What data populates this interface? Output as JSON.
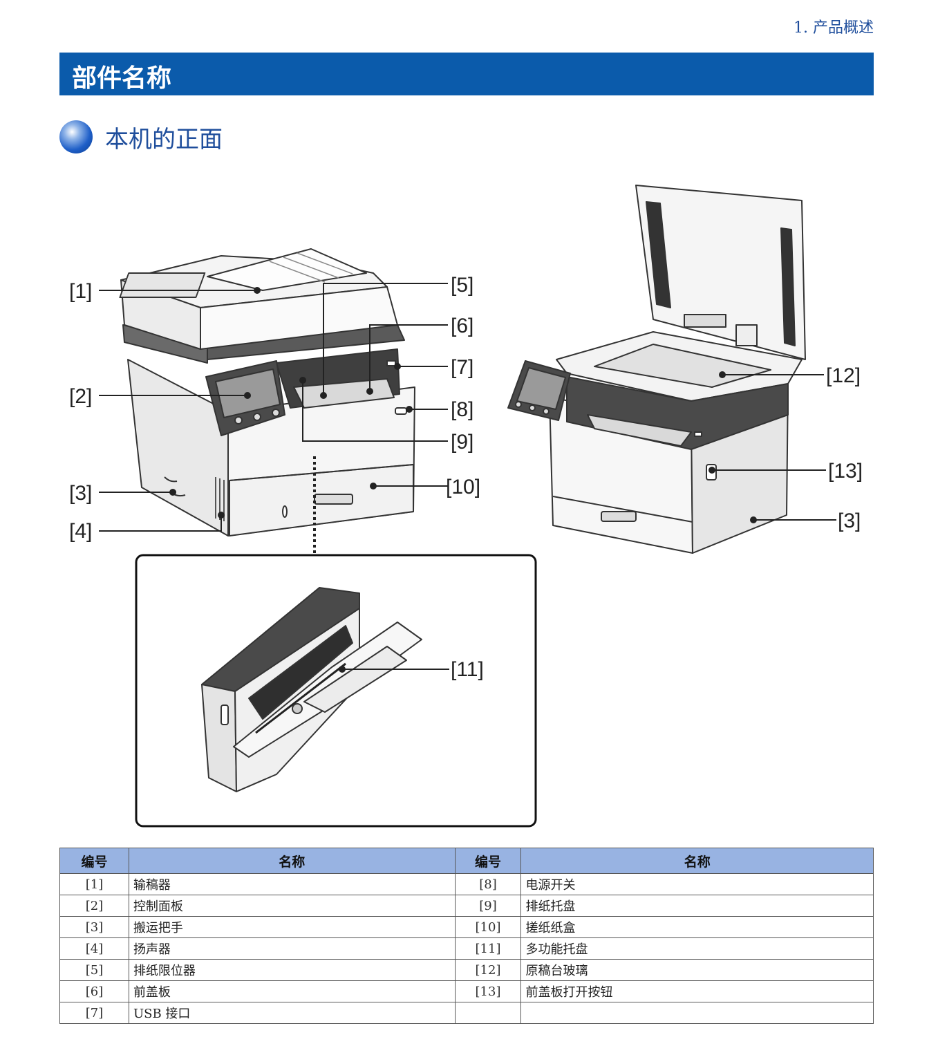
{
  "header": {
    "chapter": "1.  产品概述"
  },
  "banner": {
    "title": "部件名称"
  },
  "section": {
    "title": "本机的正面"
  },
  "figure": {
    "callouts": [
      "[1]",
      "[2]",
      "[3]",
      "[4]",
      "[5]",
      "[6]",
      "[7]",
      "[8]",
      "[9]",
      "[10]",
      "[11]",
      "[12]",
      "[13]",
      "[3]"
    ]
  },
  "table": {
    "headers": [
      "编号",
      "名称",
      "编号",
      "名称"
    ],
    "rows": [
      [
        "[1]",
        "输稿器",
        "[8]",
        "电源开关"
      ],
      [
        "[2]",
        "控制面板",
        "[9]",
        "排纸托盘"
      ],
      [
        "[3]",
        "搬运把手",
        "[10]",
        "搓纸纸盒"
      ],
      [
        "[4]",
        "扬声器",
        "[11]",
        "多功能托盘"
      ],
      [
        "[5]",
        "排纸限位器",
        "[12]",
        "原稿台玻璃"
      ],
      [
        "[6]",
        "前盖板",
        "[13]",
        "前盖板打开按钮"
      ],
      [
        "[7]",
        "USB 接口",
        "",
        ""
      ]
    ]
  }
}
